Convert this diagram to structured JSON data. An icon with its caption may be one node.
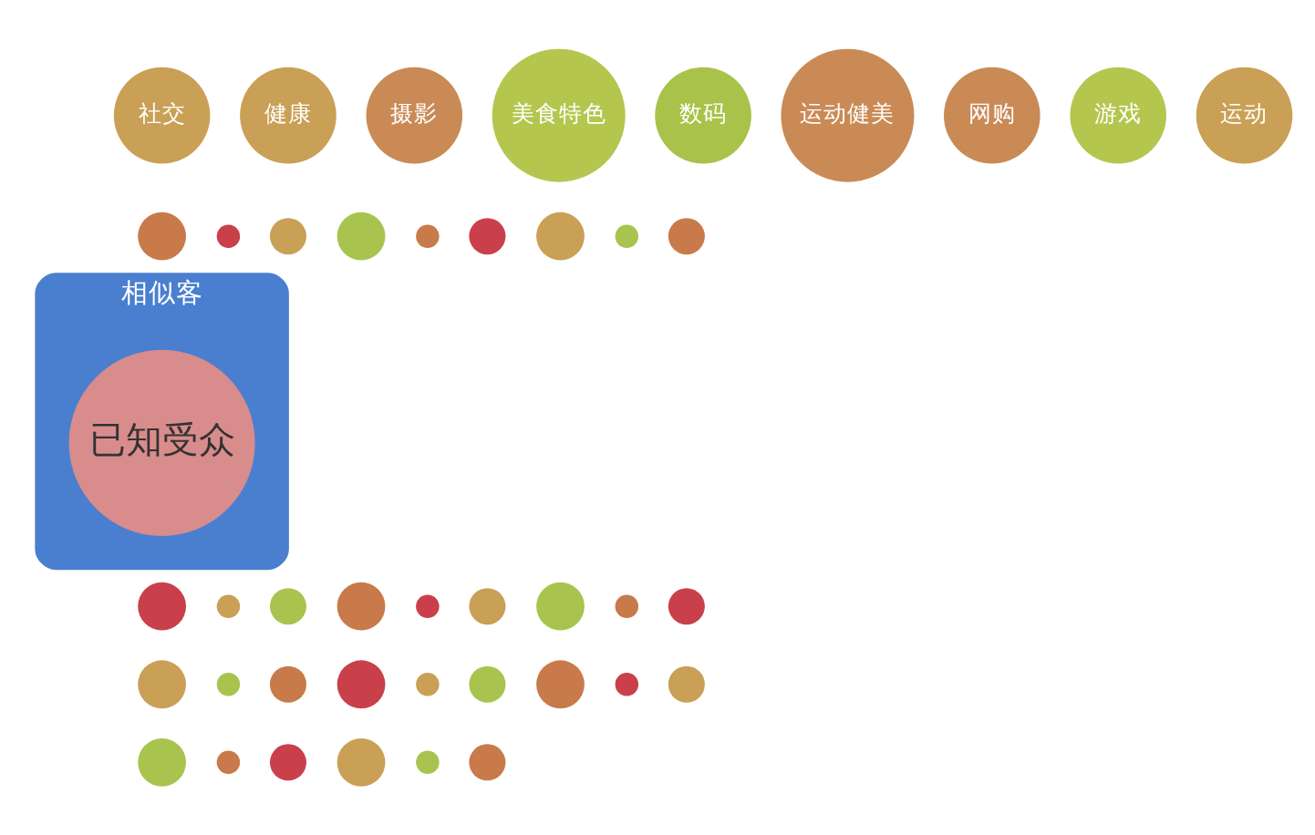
{
  "diagram": {
    "nodes": [
      {
        "text": [
          "相似客"
        ]
      },
      {
        "text": [
          "已知受众"
        ],
        "in": 0
      },
      {
        "text": [
          "社交"
        ]
      },
      {
        "text": [
          "健康"
        ]
      },
      {
        "text": [
          "摄影"
        ]
      },
      {
        "text": [
          "美食特色"
        ]
      },
      {
        "text": [
          "数码"
        ]
      },
      {
        "text": [
          "运动健美"
        ]
      },
      {
        "text": [
          "网购"
        ]
      },
      {
        "text": [
          "游戏"
        ]
      },
      {
        "text": [
          "运动"
        ]
      },
      {
        "text": [],
        "shape": "circle"
      },
      {
        "text": [],
        "shape": "circle"
      },
      {
        "text": [],
        "shape": "circle"
      },
      {
        "text": [],
        "shape": "circle"
      },
      {
        "text": [],
        "shape": "circle"
      },
      {
        "text": [],
        "shape": "circle"
      },
      {
        "text": [],
        "shape": "circle"
      },
      {
        "text": [],
        "shape": "circle"
      },
      {
        "text": [],
        "shape": "circle"
      },
      {
        "text": [],
        "shape": "circle"
      },
      {
        "text": [],
        "shape": "circle"
      },
      {
        "text": [],
        "shape": "circle"
      },
      {
        "text": [],
        "shape": "circle"
      },
      {
        "text": [],
        "shape": "circle"
      },
      {
        "text": [],
        "shape": "circle"
      },
      {
        "text": [],
        "shape": "circle"
      },
      {
        "text": [],
        "shape": "circle"
      },
      {
        "text": [],
        "shape": "circle"
      },
      {
        "text": [],
        "shape": "circle"
      },
      {
        "text": [],
        "shape": "circle"
      },
      {
        "text": [],
        "shape": "circle"
      },
      {
        "text": [],
        "shape": "circle"
      },
      {
        "text": [],
        "shape": "circle"
      },
      {
        "text": [],
        "shape": "circle"
      },
      {
        "text": [],
        "shape": "circle"
      },
      {
        "text": [],
        "shape": "circle"
      },
      {
        "text": [],
        "shape": "circle"
      },
      {
        "text": [],
        "shape": "circle"
      },
      {
        "text": [],
        "shape": "circle"
      },
      {
        "text": [],
        "shape": "circle"
      },
      {
        "text": [],
        "shape": "circle"
      },
      {
        "text": [],
        "shape": "circle"
      },
      {
        "text": [],
        "shape": "circle"
      }
    ],
    "edges": []
  }
}
